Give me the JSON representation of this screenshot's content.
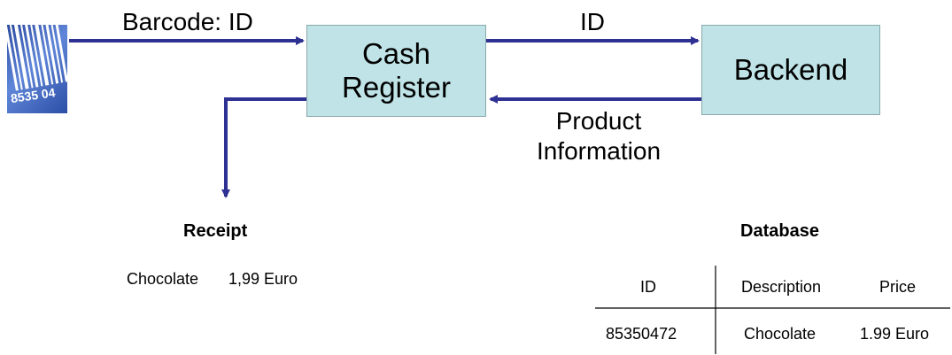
{
  "diagram": {
    "input_label": "Barcode: ID",
    "cash_register_label": "Cash\nRegister",
    "backend_label": "Backend",
    "id_label": "ID",
    "product_info_label": "Product\nInformation",
    "barcode_digits": "8535 04"
  },
  "receipt": {
    "heading": "Receipt",
    "item": "Chocolate",
    "price": "1,99 Euro"
  },
  "database": {
    "heading": "Database",
    "columns": [
      "ID",
      "Description",
      "Price"
    ],
    "rows": [
      [
        "85350472",
        "Chocolate",
        "1.99 Euro"
      ]
    ]
  },
  "colors": {
    "arrow": "#2e3192",
    "box_fill": "#bfe3e6"
  }
}
